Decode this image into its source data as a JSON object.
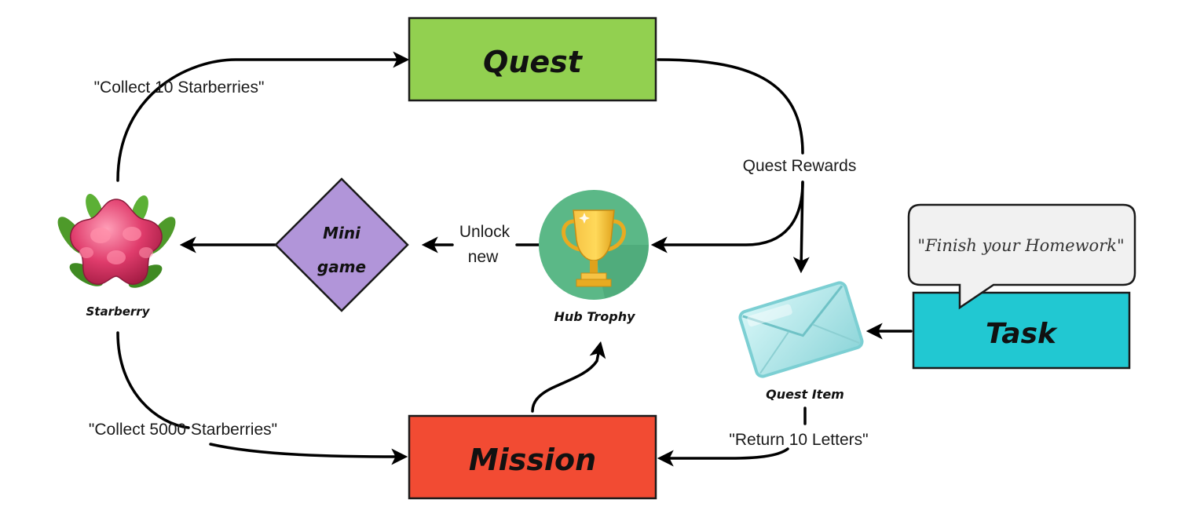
{
  "nodes": {
    "quest": {
      "label": "Quest",
      "color": "#92d050"
    },
    "mission": {
      "label": "Mission",
      "color": "#f24b33"
    },
    "task": {
      "label": "Task",
      "color": "#21c8d2"
    },
    "minigame": {
      "label_line1": "Mini",
      "label_line2": "game",
      "color": "#b195d9"
    },
    "starberry": {
      "caption": "Starberry",
      "icon": "starberry-icon",
      "color": "#e03c6c"
    },
    "hub_trophy": {
      "caption": "Hub Trophy",
      "icon": "trophy-icon",
      "color": "#5bb887"
    },
    "quest_item": {
      "caption": "Quest Item",
      "icon": "envelope-icon",
      "color": "#a8e6e8"
    }
  },
  "speech_bubble": {
    "text": "\"Finish your Homework\""
  },
  "edges": {
    "collect_10": "\"Collect 10 Starberries\"",
    "collect_5000": "\"Collect 5000 Starberries\"",
    "quest_rewards": "Quest Rewards",
    "unlock_line1": "Unlock",
    "unlock_line2": "new",
    "return_letters": "\"Return 10 Letters\""
  }
}
